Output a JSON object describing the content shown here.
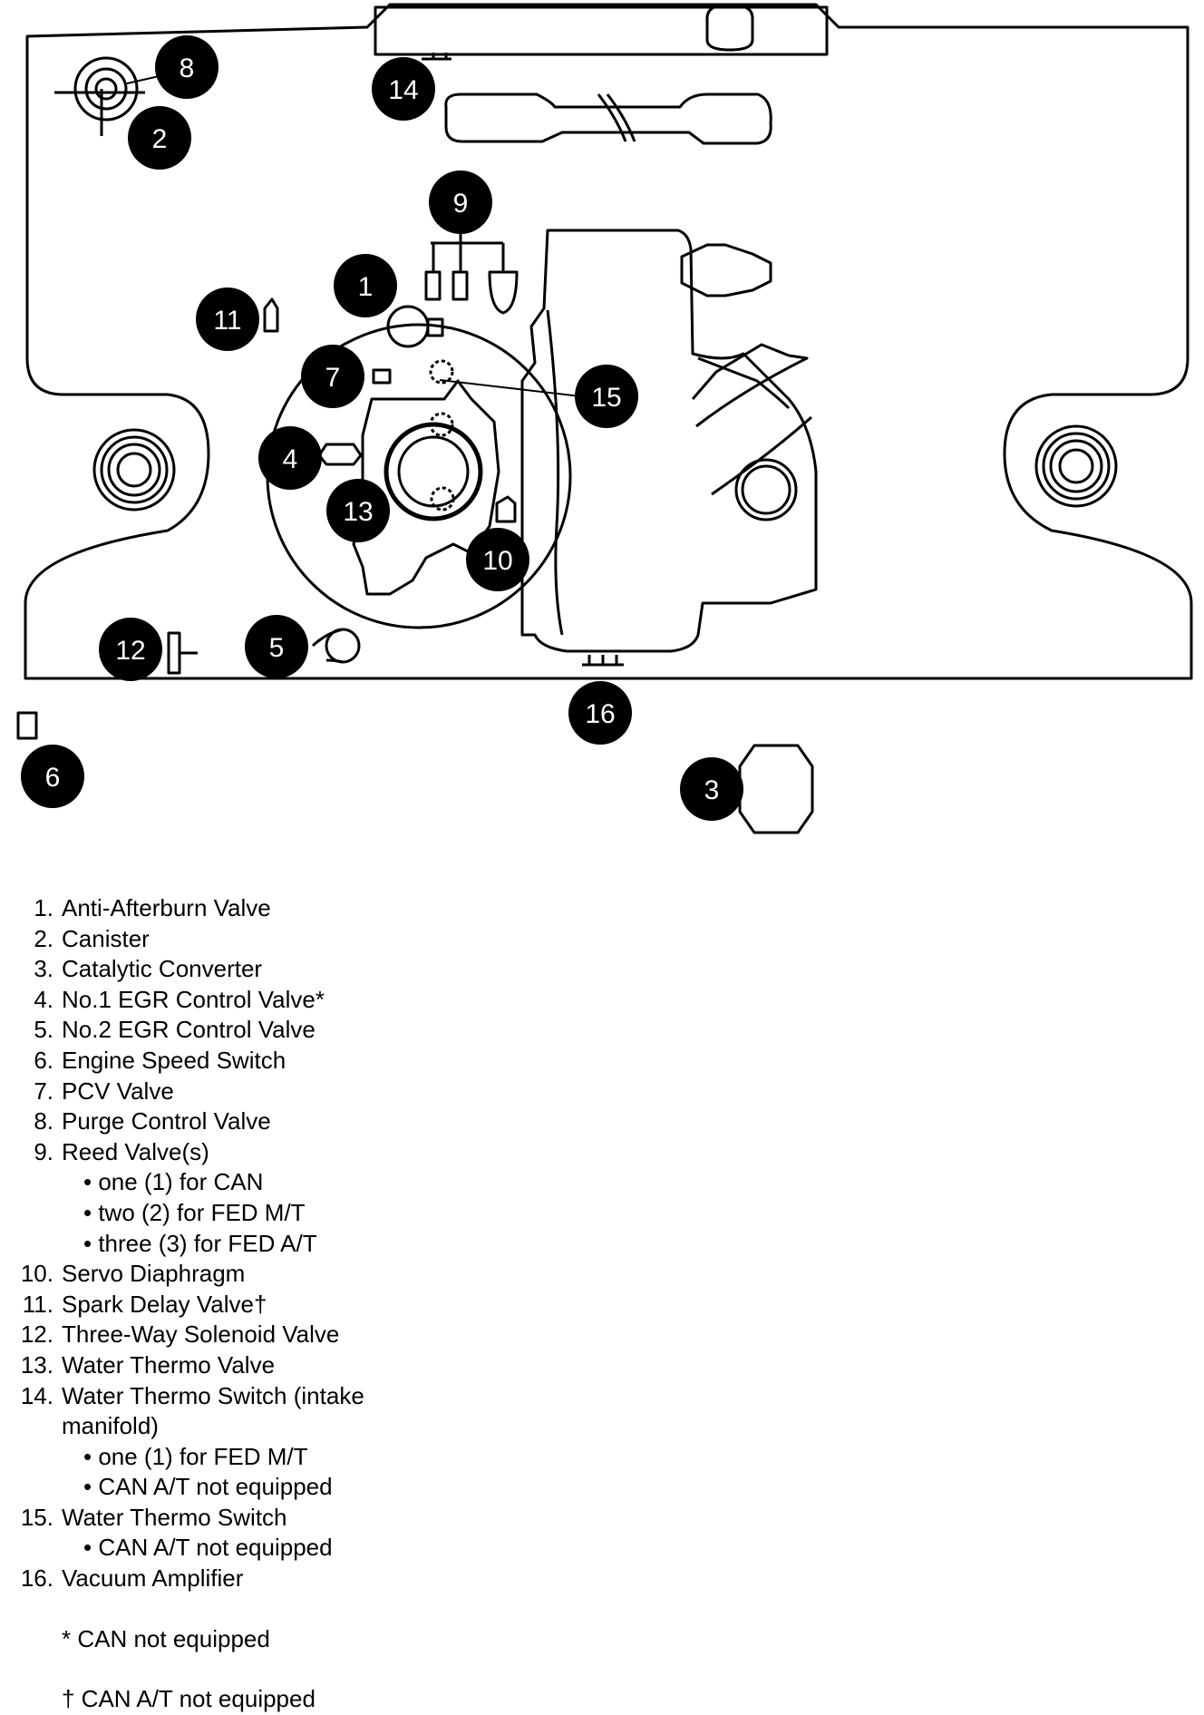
{
  "callouts": [
    "1",
    "2",
    "3",
    "4",
    "5",
    "6",
    "7",
    "8",
    "9",
    "10",
    "11",
    "12",
    "13",
    "14",
    "15",
    "16"
  ],
  "legend": {
    "items": [
      {
        "num": "1.",
        "text": "Anti-Afterburn Valve"
      },
      {
        "num": "2.",
        "text": "Canister"
      },
      {
        "num": "3.",
        "text": "Catalytic Converter"
      },
      {
        "num": "4.",
        "text": "No.1 EGR Control Valve*"
      },
      {
        "num": "5.",
        "text": "No.2 EGR Control Valve"
      },
      {
        "num": "6.",
        "text": "Engine Speed Switch"
      },
      {
        "num": "7.",
        "text": "PCV Valve"
      },
      {
        "num": "8.",
        "text": "Purge Control Valve"
      },
      {
        "num": "9.",
        "text": "Reed Valve(s)"
      },
      {
        "bullet": "• one (1) for CAN"
      },
      {
        "bullet": "• two (2) for FED M/T"
      },
      {
        "bullet": "• three (3) for FED A/T"
      },
      {
        "num": "10.",
        "text": "Servo Diaphragm"
      },
      {
        "num": "11.",
        "text": "Spark Delay Valve†"
      },
      {
        "num": "12.",
        "text": "Three-Way Solenoid Valve"
      },
      {
        "num": "13.",
        "text": "Water Thermo Valve"
      },
      {
        "num": "14.",
        "text": "Water Thermo Switch (intake"
      },
      {
        "cont": "manifold)"
      },
      {
        "bullet": "• one (1) for FED M/T"
      },
      {
        "bullet": "• CAN A/T not equipped"
      },
      {
        "num": "15.",
        "text": "Water Thermo Switch"
      },
      {
        "bullet": "• CAN A/T not equipped"
      },
      {
        "num": "16.",
        "text": "Vacuum Amplifier"
      }
    ],
    "notes": [
      "* CAN not equipped",
      "† CAN A/T not equipped"
    ]
  }
}
